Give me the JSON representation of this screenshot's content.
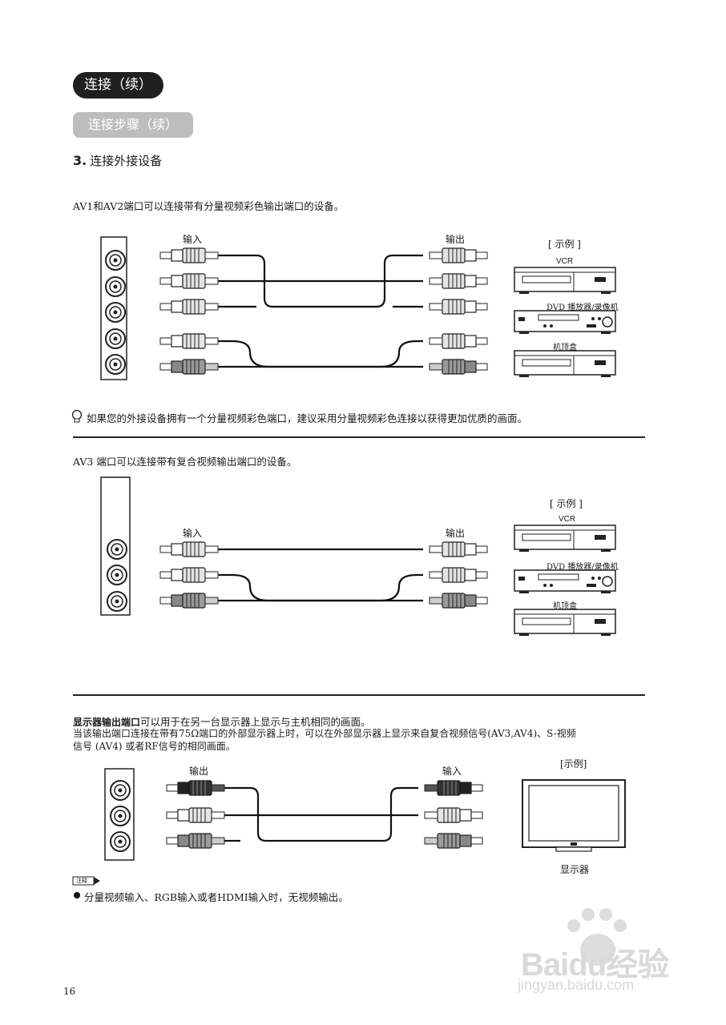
{
  "header": {
    "section": "连接（续）",
    "subsection": "连接步骤（续）"
  },
  "step": {
    "number": "3.",
    "title": "连接外接设备"
  },
  "av12": {
    "desc": "AV1和AV2端口可以连接带有分量视频彩色输出端口的设备。",
    "input_label": "输入",
    "output_label": "输出",
    "example": "[ 示例 ]",
    "devices": [
      "VCR",
      "DVD 播放器/录像机",
      "机顶盒"
    ],
    "tip": "如果您的外接设备拥有一个分量视频彩色端口，建议采用分量视频彩色连接以获得更加优质的画面。"
  },
  "av3": {
    "desc": "AV3 端口可以连接带有复合视频输出端口的设备。",
    "input_label": "输入",
    "output_label": "输出",
    "example": "[ 示例 ]",
    "devices": [
      "VCR",
      "DVD 播放器/录像机",
      "机顶盒"
    ]
  },
  "monitor": {
    "title_bold": "显示器输出端口",
    "title_rest": "可以用于在另一台显示器上显示与主机相同的画面。",
    "line2": "当该输出端口连接在带有75Ω端口的外部显示器上时，可以在外部显示器上显示来自复合视频信号(AV3,AV4)、S-视频",
    "line3": "信号 (AV4) 或者RF信号的相同画面。",
    "output_label": "输出",
    "input_label": "输入",
    "example": "[示例]",
    "device": "显示器"
  },
  "note": {
    "tag": "注释",
    "text": "分量视频输入、RGB输入或者HDMI输入时，无视频输出。"
  },
  "page_number": "16",
  "watermark": {
    "logo": "Baidu经验",
    "url": "jingyan.baidu.com"
  }
}
